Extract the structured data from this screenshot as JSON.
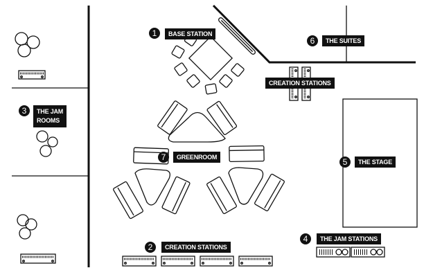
{
  "zones": [
    {
      "number": "1",
      "label": "BASE STATION"
    },
    {
      "number": "2",
      "label": "CREATION STATIONS"
    },
    {
      "number": "3",
      "label_line1": "THE JAM",
      "label_line2": "ROOMS"
    },
    {
      "number": "4",
      "label": "THE JAM STATIONS"
    },
    {
      "number": "5",
      "label": "THE STAGE"
    },
    {
      "number": "6",
      "label": "THE SUITES"
    },
    {
      "number": "7",
      "label": "GREENROOM"
    }
  ],
  "extra_labels": {
    "creation_stations_top": "CREATION STATIONS"
  },
  "colors": {
    "ink": "#111111",
    "background": "#ffffff"
  }
}
